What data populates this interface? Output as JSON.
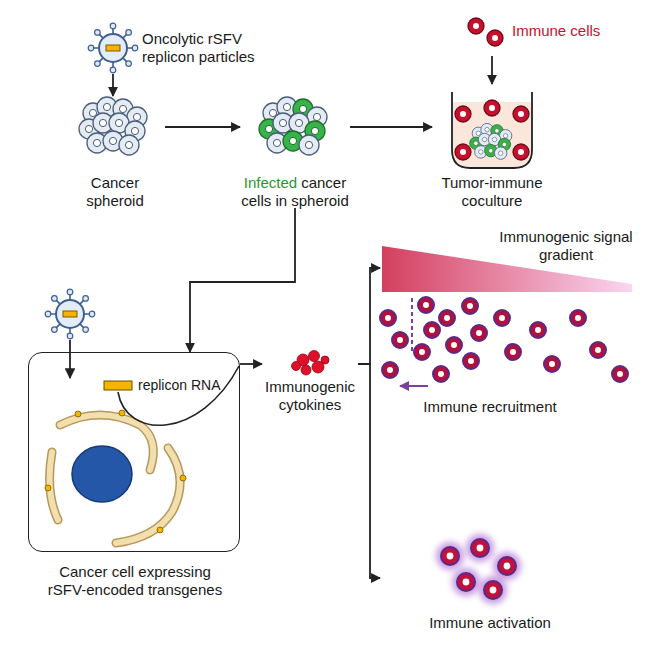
{
  "diagram": {
    "nodes": [
      {
        "text": [
          "Oncolytic rSFV replicon particles"
        ]
      },
      {
        "text": [
          "Cancer spheroid"
        ]
      },
      {
        "text": [
          "Infected",
          "cancer cells in spheroid"
        ]
      },
      {
        "text": [
          "Tumor-immune coculture"
        ]
      },
      {
        "text": [
          "Immune cells"
        ]
      },
      {
        "text": [
          "Cancer cell expressing rSFV-encoded transgenes"
        ]
      },
      {
        "text": [
          "Immunogenic cytokines"
        ]
      },
      {
        "text": [
          "Immunogenic signal gradient",
          "Immune recruitment"
        ]
      },
      {
        "text": [
          "Immune activation"
        ]
      }
    ],
    "edges": [
      {
        "from": 0,
        "to": 1,
        "arrow": "to"
      },
      {
        "from": 1,
        "to": 2,
        "arrow": "to"
      },
      {
        "from": 2,
        "to": 3,
        "arrow": "to"
      },
      {
        "from": 4,
        "to": 3,
        "arrow": "to"
      },
      {
        "from": 2,
        "to": 5,
        "arrow": "to"
      },
      {
        "from": 5,
        "to": 6,
        "arrow": "to"
      },
      {
        "from": 6,
        "to": 7,
        "arrow": "to"
      },
      {
        "from": 6,
        "to": 8,
        "arrow": "to"
      }
    ],
    "labels": [
      "replicon RNA"
    ]
  }
}
